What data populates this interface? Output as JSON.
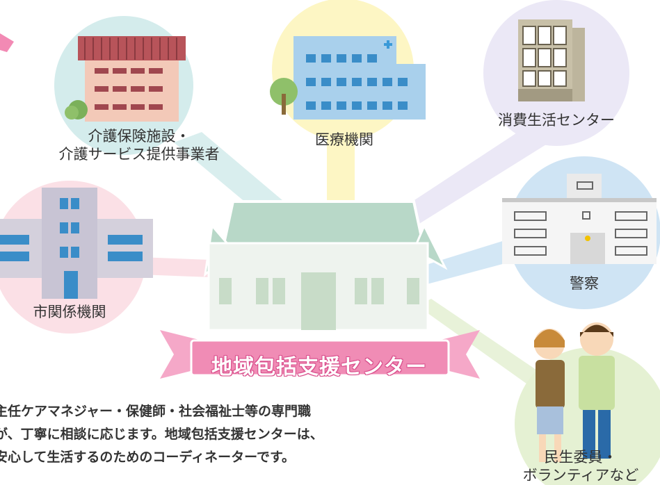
{
  "center": {
    "label": "地域包括支援センター"
  },
  "nodes": {
    "care_facility": {
      "line1": "介護保険施設・",
      "line2": "介護サービス提供事業者"
    },
    "medical": {
      "label": "医療機関"
    },
    "consumer": {
      "label": "消費生活センター"
    },
    "police": {
      "label": "警察"
    },
    "city": {
      "label": "市関係機関"
    },
    "volunteer": {
      "line1": "民生委員・",
      "line2": "ボランティアなど"
    }
  },
  "description": {
    "line1": "主任ケアマネジャー・保健師・社会福祉士等の専門職",
    "line2": "が、丁寧に相談に応じます。地域包括支援センターは、",
    "line3": "安心して生活するのためのコーディネーターです。"
  },
  "colors": {
    "care_circle": "#d4ecec",
    "medical_circle": "#fdf6c4",
    "consumer_circle": "#ebe8f6",
    "police_circle": "#cfe4f4",
    "city_circle": "#fbe0e6",
    "volunteer_circle": "#e5f1d3",
    "banner": "#f08cb5"
  }
}
